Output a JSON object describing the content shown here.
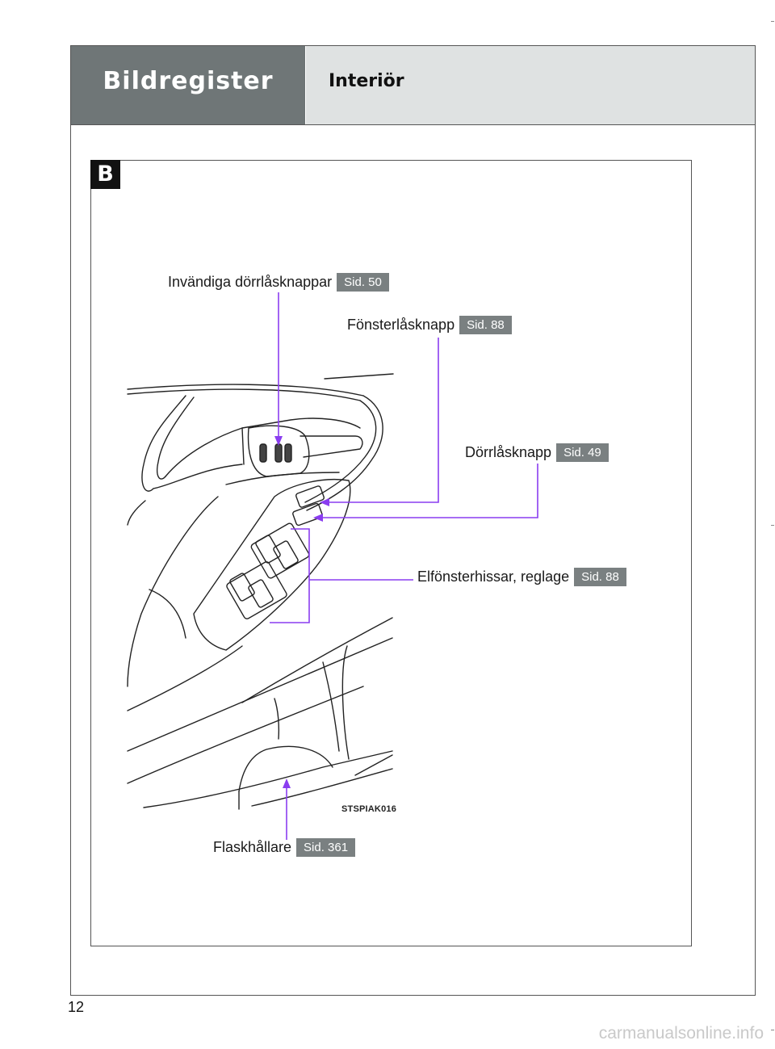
{
  "header": {
    "title": "Bildregister",
    "subtitle": "Interiör"
  },
  "section": {
    "badge": "B",
    "figure_code": "STSPIAK016"
  },
  "callouts": {
    "inside_lock": {
      "label": "Invändiga dörrlåsknappar",
      "page": "Sid. 50"
    },
    "window_lock": {
      "label": "Fönsterlåsknapp",
      "page": "Sid. 88"
    },
    "door_lock": {
      "label": "Dörrlåsknapp",
      "page": "Sid. 49"
    },
    "power_windows": {
      "label": "Elfönsterhissar, reglage",
      "page": "Sid. 88"
    },
    "bottle_holder": {
      "label": "Flaskhållare",
      "page": "Sid. 361"
    }
  },
  "colors": {
    "header_dark": "#6f7677",
    "header_light": "#dfe2e2",
    "pill": "#7a8081",
    "leader": "#8a3df0"
  },
  "page_number": "12",
  "watermark": "carmanualsonline.info"
}
